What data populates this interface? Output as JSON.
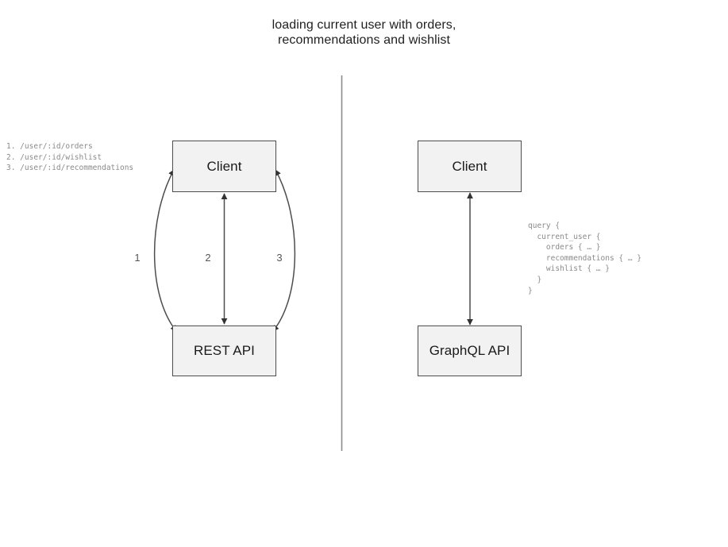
{
  "diagram": {
    "title": {
      "line1": "loading current user with orders,",
      "line2": "recommendations and wishlist"
    },
    "divider": {
      "name": "vertical-divider",
      "color": "#808080"
    },
    "left_panel": {
      "name": "rest-comparison",
      "client_box": "Client",
      "api_box": "REST API",
      "endpoint_list": "1. /user/:id/orders\n2. /user/:id/wishlist\n3. /user/:id/recommendations",
      "endpoints": [
        {
          "number": "1.",
          "path": "/user/:id/orders"
        },
        {
          "number": "2.",
          "path": "/user/:id/wishlist"
        },
        {
          "number": "3.",
          "path": "/user/:id/recommendations"
        }
      ],
      "edge_labels": [
        "1",
        "2",
        "3"
      ]
    },
    "right_panel": {
      "name": "graphql-comparison",
      "client_box": "Client",
      "api_box": "GraphQL API",
      "query": "query {\n  current_user {\n    orders { … }\n    recommendations { … }\n    wishlist { … }\n  }\n}"
    },
    "colors": {
      "box_fill": "#f2f2f2",
      "box_border": "#4d4d4d",
      "arrow": "#4d4d4d",
      "code_text": "#8a8a8a",
      "label_text": "#555555",
      "title_text": "#1f1f1f",
      "background": "#ffffff"
    }
  }
}
